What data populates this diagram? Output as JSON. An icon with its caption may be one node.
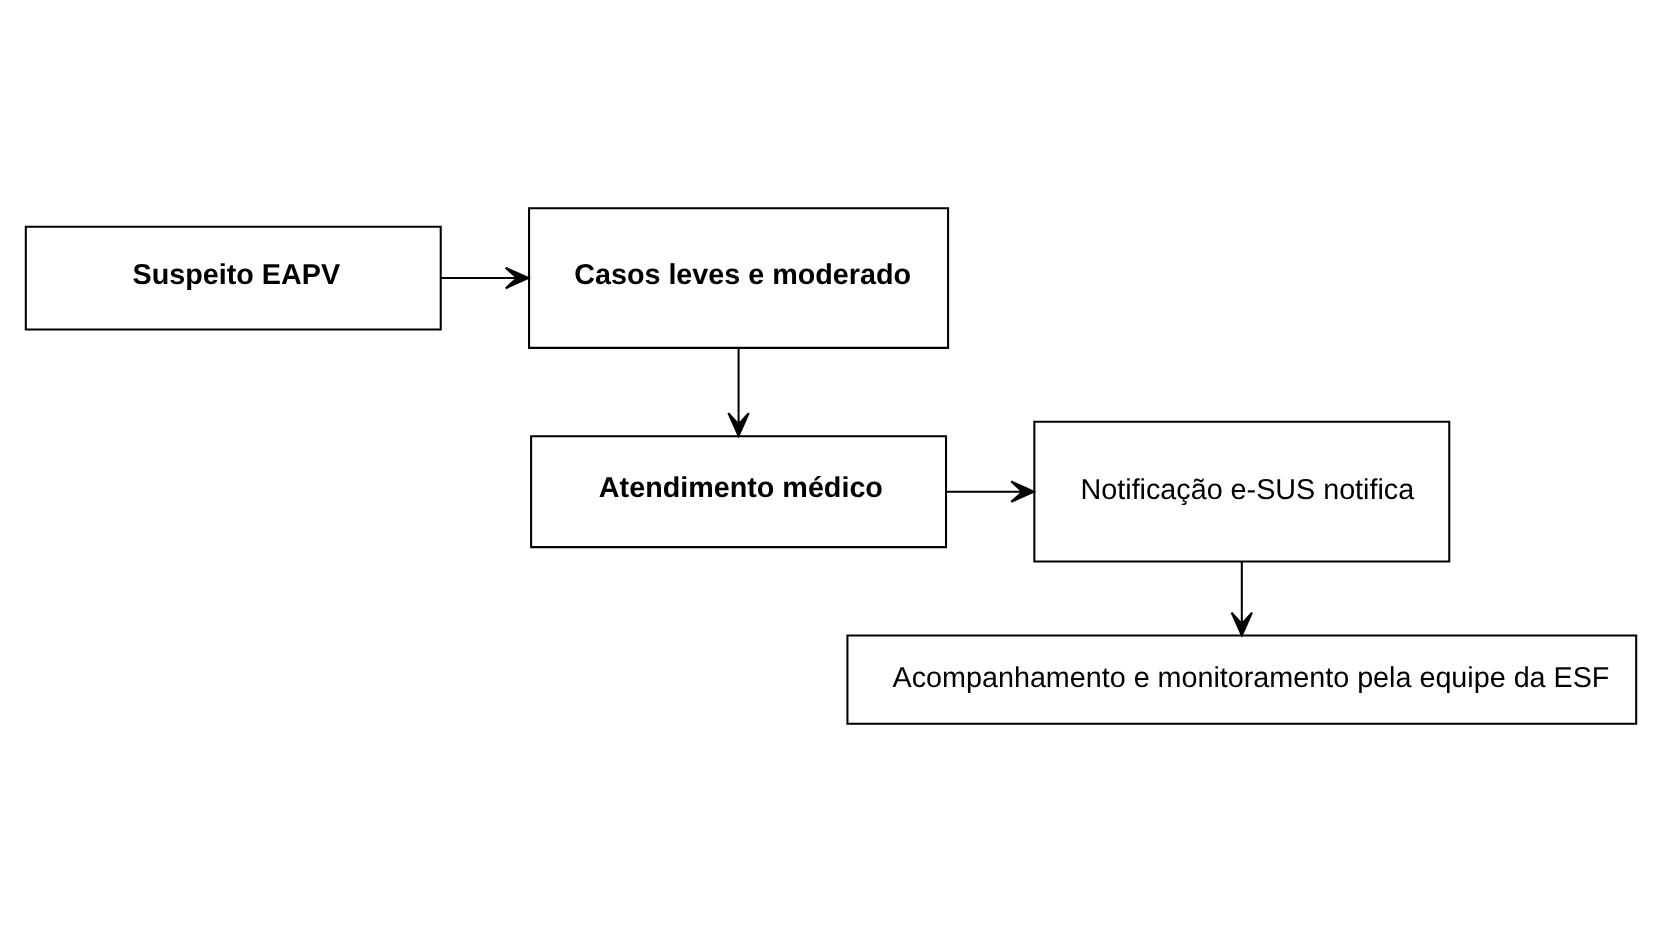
{
  "diagram": {
    "nodes": [
      {
        "text": [
          "Suspeito EAPV"
        ]
      },
      {
        "text": [
          "Casos leves e moderado"
        ]
      },
      {
        "text": [
          "Atendimento médico"
        ]
      },
      {
        "text": [
          "Notificação e-SUS notifica"
        ]
      },
      {
        "text": [
          "Acompanhamento e monitoramento pela equipe da ESF"
        ]
      }
    ],
    "edges": [
      {
        "from": 0,
        "to": 1,
        "arrow": "to"
      },
      {
        "from": 1,
        "to": 2,
        "arrow": "to"
      },
      {
        "from": 2,
        "to": 3,
        "arrow": "to"
      },
      {
        "from": 3,
        "to": 4,
        "arrow": "to"
      }
    ]
  }
}
